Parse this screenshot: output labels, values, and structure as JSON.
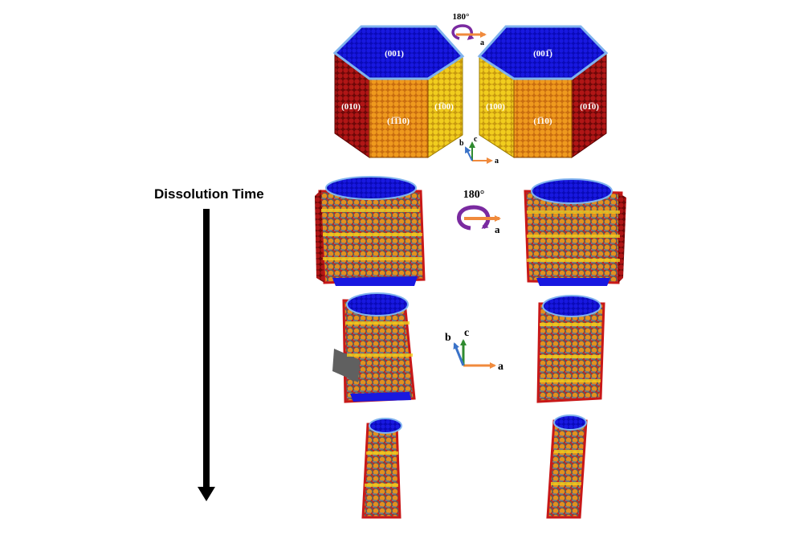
{
  "time_axis": {
    "label": "Dissolution Time"
  },
  "top_crystals": {
    "left": {
      "faces": {
        "top": "(001)",
        "front": "(1̅1̅10)",
        "left": "(010)",
        "right": "(1̅00)"
      }
    },
    "right": {
      "faces": {
        "top": "(001̅)",
        "front": "(1̅10)",
        "left": "(100)",
        "right": "(01̅0)"
      }
    }
  },
  "rotation_small": {
    "angle": "180°",
    "axis": "a"
  },
  "rotation_large": {
    "angle": "180°",
    "axis": "a"
  },
  "axes_small": {
    "a": "a",
    "b": "b",
    "c": "c"
  },
  "axes_large": {
    "a": "a",
    "b": "b",
    "c": "c"
  },
  "colors": {
    "top_face": "#1010d8",
    "top_face_edge": "#7fb2ee",
    "front_face": "#e38a1b",
    "side_dark": "#a81414",
    "side_yellow": "#e8c41a",
    "atom_red": "#d81818",
    "atom_orange": "#ef9a1e",
    "atom_yellow": "#f1cd1e",
    "etched_grey": "#6a6a6a",
    "rotation_arrow": "#7a2aa0",
    "a_axis": "#f08a3c",
    "b_axis": "#3a72c8",
    "c_axis": "#2f8a2f",
    "time_arrow": "#000000"
  }
}
